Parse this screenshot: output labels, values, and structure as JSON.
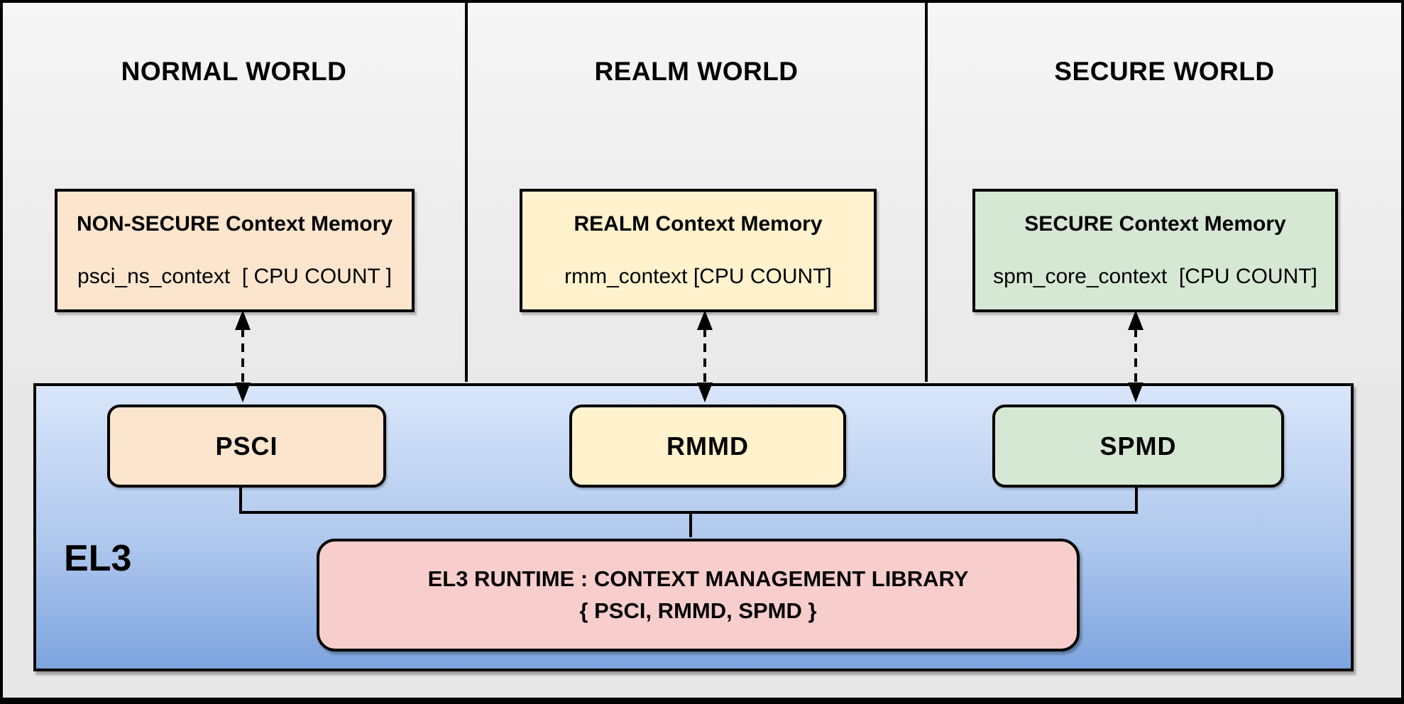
{
  "worlds": [
    {
      "title": "NORMAL WORLD",
      "box": {
        "title": "NON-SECURE Context Memory",
        "code": "psci_ns_context  [ CPU COUNT ]"
      }
    },
    {
      "title": "REALM WORLD",
      "box": {
        "title": "REALM Context Memory",
        "code": "rmm_context [CPU COUNT]"
      }
    },
    {
      "title": "SECURE WORLD",
      "box": {
        "title": "SECURE Context Memory",
        "code": "spm_core_context  [CPU COUNT]"
      }
    }
  ],
  "el3": {
    "label": "EL3",
    "services": [
      {
        "label": "PSCI"
      },
      {
        "label": "RMMD"
      },
      {
        "label": "SPMD"
      }
    ],
    "runtime": {
      "line1": "EL3 RUNTIME : CONTEXT MANAGEMENT LIBRARY",
      "line2": "{ PSCI, RMMD, SPMD }"
    }
  },
  "colors": {
    "nonsecure_fill": "#FCE5CD",
    "realm_fill": "#FFF2CC",
    "secure_fill": "#D5E8D4",
    "runtime_fill": "#F8CECC",
    "el3_gradient_top": "#D9E6FA",
    "el3_gradient_bottom": "#7EA4DF",
    "panel_bg_top": "#F6F6F6",
    "panel_bg_bottom": "#E9E9E9",
    "stroke": "#000000"
  }
}
